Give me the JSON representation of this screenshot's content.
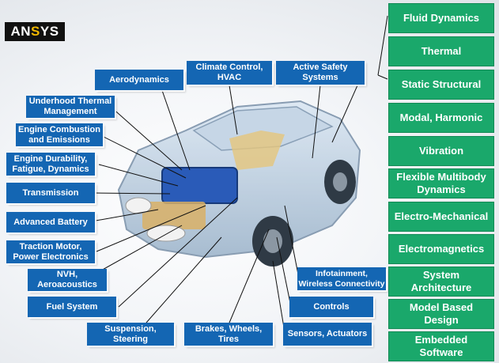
{
  "brand": {
    "logo_text": "ANSYS"
  },
  "blue_labels": {
    "aerodynamics": "Aerodynamics",
    "climate": "Climate Control,\nHVAC",
    "active_safety": "Active Safety\nSystems",
    "underhood": "Underhood Thermal\nManagement",
    "engine_combustion": "Engine Combustion\nand Emissions",
    "engine_durability": "Engine Durability,\nFatigue, Dynamics",
    "transmission": "Transmission",
    "battery": "Advanced Battery",
    "traction": "Traction Motor,\nPower Electronics",
    "nvh": "NVH,\nAeroacoustics",
    "fuel": "Fuel System",
    "suspension": "Suspension,\nSteering",
    "brakes": "Brakes, Wheels,\nTires",
    "sensors": "Sensors, Actuators",
    "controls": "Controls",
    "infotainment": "Infotainment,\nWireless Connectivity"
  },
  "green_labels": [
    "Fluid Dynamics",
    "Thermal",
    "Static Structural",
    "Modal, Harmonic",
    "Vibration",
    "Flexible Multibody\nDynamics",
    "Electro-Mechanical",
    "Electromagnetics",
    "System\nArchitecture",
    "Model Based\nDesign",
    "Embedded\nSoftware"
  ],
  "colors": {
    "blue_box": "#1466b3",
    "green_box": "#1aa86b",
    "logo_bg": "#111111",
    "logo_accent": "#f2b800"
  }
}
